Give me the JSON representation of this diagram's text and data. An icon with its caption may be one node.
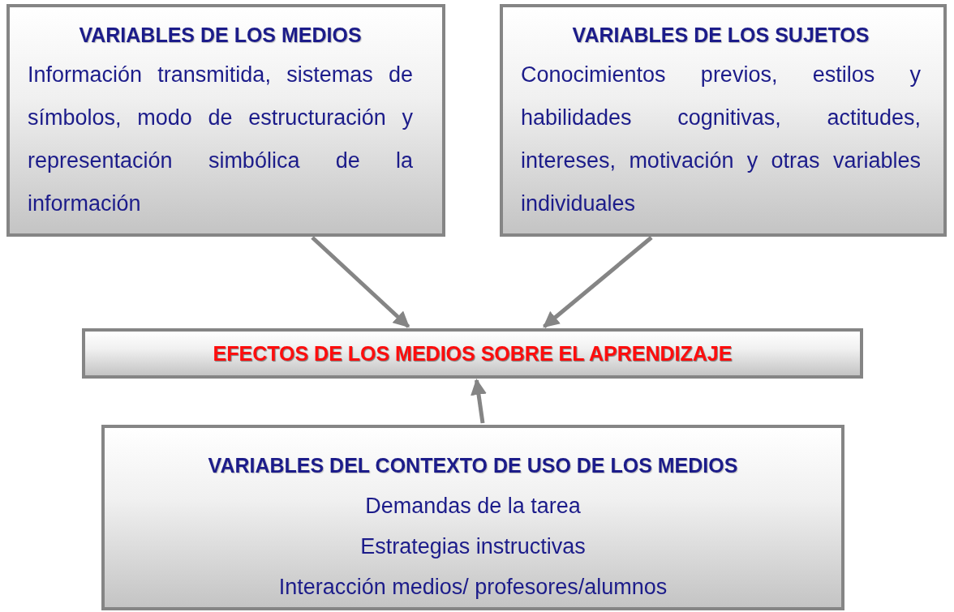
{
  "diagram": {
    "nodes": [
      {
        "text": [
          "VARIABLES DE LOS MEDIOS",
          "Información transmitida, sistemas de símbolos, modo de estructuración y representación simbólica  de la información"
        ]
      },
      {
        "text": [
          "VARIABLES DE LOS SUJETOS",
          "Conocimientos previos, estilos y habilidades cognitivas, actitudes, intereses, motivación y otras variables individuales"
        ]
      },
      {
        "text": [
          "EFECTOS DE LOS MEDIOS SOBRE EL APRENDIZAJE"
        ]
      },
      {
        "text": [
          "VARIABLES DEL CONTEXTO DE USO DE LOS MEDIOS",
          "Demandas de la tarea",
          "Estrategias instructivas",
          "Interacción medios/ profesores/alumnos"
        ]
      }
    ],
    "edges": [
      {
        "from": 0,
        "to": 2,
        "arrow": "to"
      },
      {
        "from": 1,
        "to": 2,
        "arrow": "to"
      },
      {
        "from": 3,
        "to": 2,
        "arrow": "to"
      }
    ]
  }
}
